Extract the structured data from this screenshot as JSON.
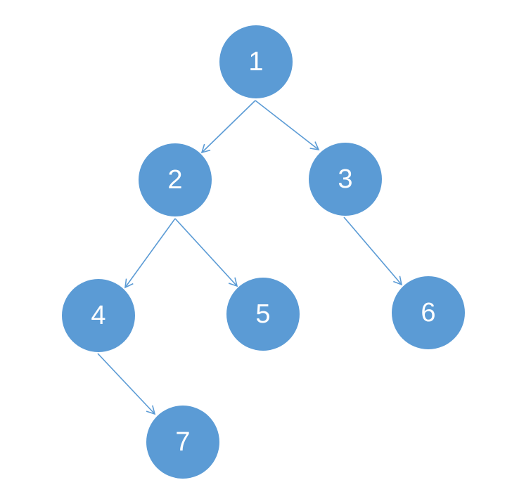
{
  "diagram": {
    "type": "binary-tree",
    "colors": {
      "node_fill": "#5b9bd5",
      "node_text": "#ffffff",
      "edge": "#5b9bd5",
      "background": "#ffffff"
    },
    "nodes": [
      {
        "id": "1",
        "label": "1"
      },
      {
        "id": "2",
        "label": "2"
      },
      {
        "id": "3",
        "label": "3"
      },
      {
        "id": "4",
        "label": "4"
      },
      {
        "id": "5",
        "label": "5"
      },
      {
        "id": "6",
        "label": "6"
      },
      {
        "id": "7",
        "label": "7"
      }
    ],
    "edges": [
      {
        "from": "1",
        "to": "2"
      },
      {
        "from": "1",
        "to": "3"
      },
      {
        "from": "2",
        "to": "4"
      },
      {
        "from": "2",
        "to": "5"
      },
      {
        "from": "3",
        "to": "6"
      },
      {
        "from": "4",
        "to": "7"
      }
    ]
  }
}
